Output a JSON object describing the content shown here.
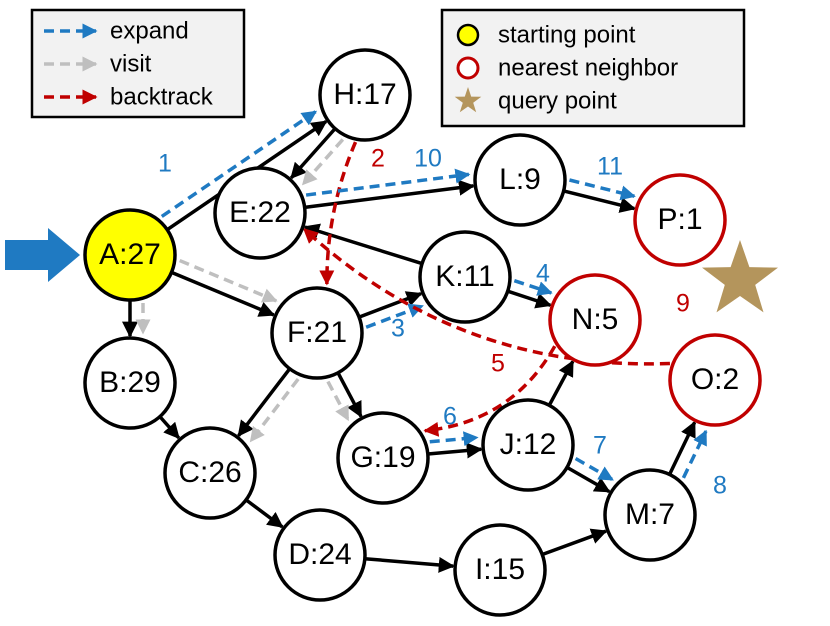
{
  "colors": {
    "expand": "#1f7ac2",
    "visit": "#bfbfbf",
    "backtrack": "#c00000",
    "start_fill": "#ffff00",
    "nearest_stroke": "#c00000",
    "query_star": "#b4955c",
    "entry_arrow": "#1f7ac2",
    "legend_bg": "#f2f2f2"
  },
  "legend_left": {
    "items": [
      {
        "type": "expand",
        "label": "expand"
      },
      {
        "type": "visit",
        "label": "visit"
      },
      {
        "type": "backtrack",
        "label": "backtrack"
      }
    ]
  },
  "legend_right": {
    "items": [
      {
        "type": "start",
        "label": "starting point"
      },
      {
        "type": "nearest",
        "label": "nearest neighbor"
      },
      {
        "type": "query",
        "label": "query point"
      }
    ]
  },
  "nodes": [
    {
      "id": "A",
      "label": "A:27",
      "role": "start"
    },
    {
      "id": "B",
      "label": "B:29",
      "role": "normal"
    },
    {
      "id": "C",
      "label": "C:26",
      "role": "normal"
    },
    {
      "id": "D",
      "label": "D:24",
      "role": "normal"
    },
    {
      "id": "E",
      "label": "E:22",
      "role": "normal"
    },
    {
      "id": "F",
      "label": "F:21",
      "role": "normal"
    },
    {
      "id": "G",
      "label": "G:19",
      "role": "normal"
    },
    {
      "id": "H",
      "label": "H:17",
      "role": "normal"
    },
    {
      "id": "I",
      "label": "I:15",
      "role": "normal"
    },
    {
      "id": "J",
      "label": "J:12",
      "role": "normal"
    },
    {
      "id": "K",
      "label": "K:11",
      "role": "normal"
    },
    {
      "id": "L",
      "label": "L:9",
      "role": "normal"
    },
    {
      "id": "M",
      "label": "M:7",
      "role": "normal"
    },
    {
      "id": "N",
      "label": "N:5",
      "role": "nearest"
    },
    {
      "id": "O",
      "label": "O:2",
      "role": "nearest"
    },
    {
      "id": "P",
      "label": "P:1",
      "role": "nearest"
    }
  ],
  "edges": [
    {
      "from": "A",
      "to": "H"
    },
    {
      "from": "A",
      "to": "B"
    },
    {
      "from": "A",
      "to": "F"
    },
    {
      "from": "H",
      "to": "E"
    },
    {
      "from": "E",
      "to": "L"
    },
    {
      "from": "L",
      "to": "P"
    },
    {
      "from": "K",
      "to": "E"
    },
    {
      "from": "F",
      "to": "K"
    },
    {
      "from": "K",
      "to": "N"
    },
    {
      "from": "F",
      "to": "C"
    },
    {
      "from": "F",
      "to": "G"
    },
    {
      "from": "B",
      "to": "C"
    },
    {
      "from": "C",
      "to": "D"
    },
    {
      "from": "D",
      "to": "I"
    },
    {
      "from": "I",
      "to": "M"
    },
    {
      "from": "G",
      "to": "J"
    },
    {
      "from": "J",
      "to": "N"
    },
    {
      "from": "J",
      "to": "M"
    },
    {
      "from": "M",
      "to": "O"
    }
  ],
  "search_steps": [
    {
      "kind": "expand",
      "from": "A",
      "to": "H",
      "label": "1"
    },
    {
      "kind": "backtrack",
      "from": "H",
      "to": "F",
      "label": "2"
    },
    {
      "kind": "expand",
      "from": "F",
      "to": "K",
      "label": "3"
    },
    {
      "kind": "expand",
      "from": "K",
      "to": "N",
      "label": "4"
    },
    {
      "kind": "backtrack",
      "from": "N",
      "to": "G",
      "label": "5"
    },
    {
      "kind": "expand",
      "from": "G",
      "to": "J",
      "label": "6"
    },
    {
      "kind": "expand",
      "from": "J",
      "to": "M",
      "label": "7"
    },
    {
      "kind": "expand",
      "from": "M",
      "to": "O",
      "label": "8"
    },
    {
      "kind": "backtrack",
      "from": "O",
      "to": "E",
      "label": "9"
    },
    {
      "kind": "expand",
      "from": "E",
      "to": "L",
      "label": "10"
    },
    {
      "kind": "expand",
      "from": "L",
      "to": "P",
      "label": "11"
    },
    {
      "kind": "visit",
      "from": "H",
      "to": "E",
      "label": ""
    },
    {
      "kind": "visit",
      "from": "A",
      "to": "B",
      "label": ""
    },
    {
      "kind": "visit",
      "from": "A",
      "to": "F",
      "label": ""
    },
    {
      "kind": "visit",
      "from": "F",
      "to": "C",
      "label": ""
    },
    {
      "kind": "visit",
      "from": "F",
      "to": "G",
      "label": ""
    }
  ]
}
